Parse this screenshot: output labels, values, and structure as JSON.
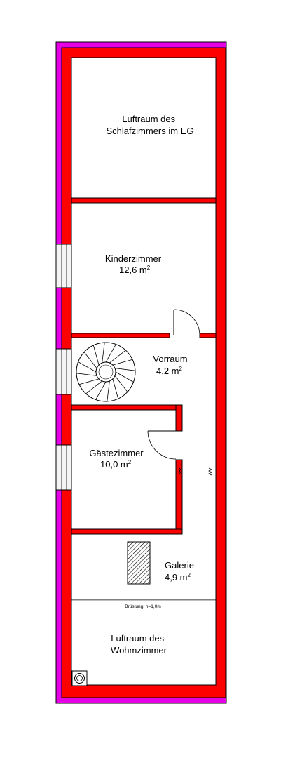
{
  "colors": {
    "wall": "#ff0000",
    "insulation": "#e600e6",
    "outline": "#000000",
    "background": "#ffffff",
    "window_glass": "#f4f4f4",
    "hatch_fill": "#ffffff"
  },
  "rooms": [
    {
      "id": "luftraum-schlafzimmer",
      "lines": [
        "Luftraum des",
        "Schlafzimmers im EG"
      ]
    },
    {
      "id": "kinderzimmer",
      "lines": [
        "Kinderzimmer",
        "12,6 m"
      ],
      "area_sup": "2"
    },
    {
      "id": "vorraum",
      "lines": [
        "Vorraum",
        "4,2 m"
      ],
      "area_sup": "2"
    },
    {
      "id": "gaestezimmer",
      "lines": [
        "Gästezimmer",
        "10,0 m"
      ],
      "area_sup": "2"
    },
    {
      "id": "galerie",
      "lines": [
        "Galerie",
        "4,9 m"
      ],
      "area_sup": "2"
    },
    {
      "id": "luftraum-wohnzimmer",
      "lines": [
        "Luftraum des",
        "Wohmzimmer"
      ]
    }
  ],
  "annotations": {
    "bruestung": "Brüstung: h=1,0m"
  },
  "icons": [
    "spiral-staircase-icon",
    "chimney-flue-icon",
    "door-swing-icon",
    "window-icon",
    "hatched-opening-icon"
  ]
}
